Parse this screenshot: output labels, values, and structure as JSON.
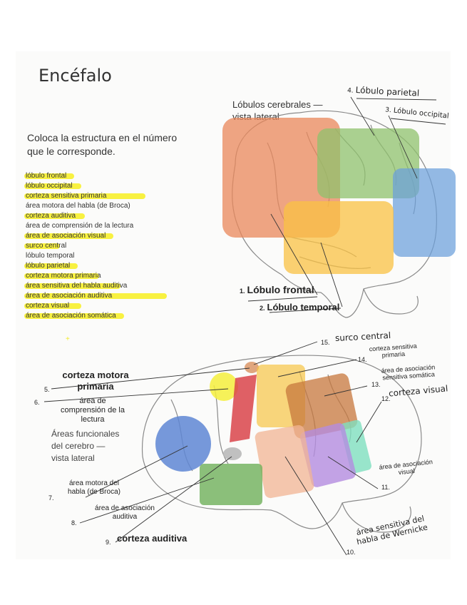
{
  "page": {
    "title": "Encéfalo",
    "instruction": "Coloca la estructura en el número que le corresponde."
  },
  "word_list": [
    {
      "text": "lóbulo frontal",
      "hl": 70
    },
    {
      "text": "lóbulo occipital",
      "hl": 80
    },
    {
      "text": "corteza sensitiva primaria",
      "hl": 170
    },
    {
      "text": "área motora del habla (de Broca)",
      "hl": 0
    },
    {
      "text": "corteza auditiva",
      "hl": 85
    },
    {
      "text": "área de comprensión de la lectura",
      "hl": 0
    },
    {
      "text": "área de asociación visual",
      "hl": 125
    },
    {
      "text": "surco central",
      "hl": 50
    },
    {
      "text": "lóbulo temporal",
      "hl": 0
    },
    {
      "text": "lóbulo parietal",
      "hl": 75
    },
    {
      "text": "corteza motora primaria",
      "hl": 105
    },
    {
      "text": "área sensitiva del habla auditiva",
      "hl": 135
    },
    {
      "text": "área de asociación auditiva",
      "hl": 200
    },
    {
      "text": "corteza visual",
      "hl": 80
    },
    {
      "text": "área de asociación somática",
      "hl": 140
    }
  ],
  "diagram1": {
    "subtitle_line1": "Lóbulos cerebrales —",
    "subtitle_line2": "vista lateral",
    "labels": [
      {
        "num": "1.",
        "text": "Lóbulo frontal"
      },
      {
        "num": "2.",
        "text": "Lóbulo temporal"
      },
      {
        "num": "3.",
        "text": "Lóbulo occipital"
      },
      {
        "num": "4.",
        "text": "Lóbulo parietal"
      }
    ],
    "regions": [
      {
        "name": "frontal",
        "color": "#e9875a"
      },
      {
        "name": "parietal",
        "color": "#8fc16c"
      },
      {
        "name": "occipital",
        "color": "#6b9fdb"
      },
      {
        "name": "temporal",
        "color": "#f9c143"
      }
    ]
  },
  "diagram2": {
    "subtitle_line1": "Áreas funcionales",
    "subtitle_line2": "del cerebro —",
    "subtitle_line3": "vista lateral",
    "labels": {
      "l5_line1": "corteza motora",
      "l5_line2": "primaria",
      "l5_num": "5.",
      "l6_line1": "área de",
      "l6_line2": "comprensión de la",
      "l6_line3": "lectura",
      "l6_num": "6.",
      "l7_line1": "área motora del",
      "l7_line2": "habla (de Broca)",
      "l7_num": "7.",
      "l8_line1": "área de asociación",
      "l8_line2": "auditiva",
      "l8_num": "8.",
      "l9_text": "corteza auditiva",
      "l9_num": "9.",
      "l10_line1": "área sensitiva del",
      "l10_line2": "habla de Wernicke",
      "l10_num": "10.",
      "l11_line1": "área de asociación",
      "l11_line2": "visual",
      "l11_num": "11.",
      "l12_text": "corteza visual",
      "l12_num": "12.",
      "l13_line1": "área de asociación",
      "l13_line2": "sensitiva somática",
      "l13_num": "13.",
      "l14_line1": "corteza sensitiva",
      "l14_line2": "primaria",
      "l14_num": "14.",
      "l15_text": "surco central",
      "l15_num": "15."
    },
    "regions": [
      {
        "name": "surco-central",
        "color": "#d9915f"
      },
      {
        "name": "sensitiva-primaria",
        "color": "#f6c545"
      },
      {
        "name": "motora-primaria",
        "color": "#d9444a"
      },
      {
        "name": "comprension-lectura",
        "color": "#f5ef3c"
      },
      {
        "name": "asociacion-somatica",
        "color": "#c7773c"
      },
      {
        "name": "corteza-visual",
        "color": "#7fe0bf"
      },
      {
        "name": "asociacion-visual",
        "color": "#b48ce0"
      },
      {
        "name": "wernicke",
        "color": "#f2b493"
      },
      {
        "name": "broca",
        "color": "#5e86d4"
      },
      {
        "name": "asociacion-auditiva",
        "color": "#6fb05a"
      },
      {
        "name": "auditiva",
        "color": "#b9b9b9"
      }
    ]
  }
}
